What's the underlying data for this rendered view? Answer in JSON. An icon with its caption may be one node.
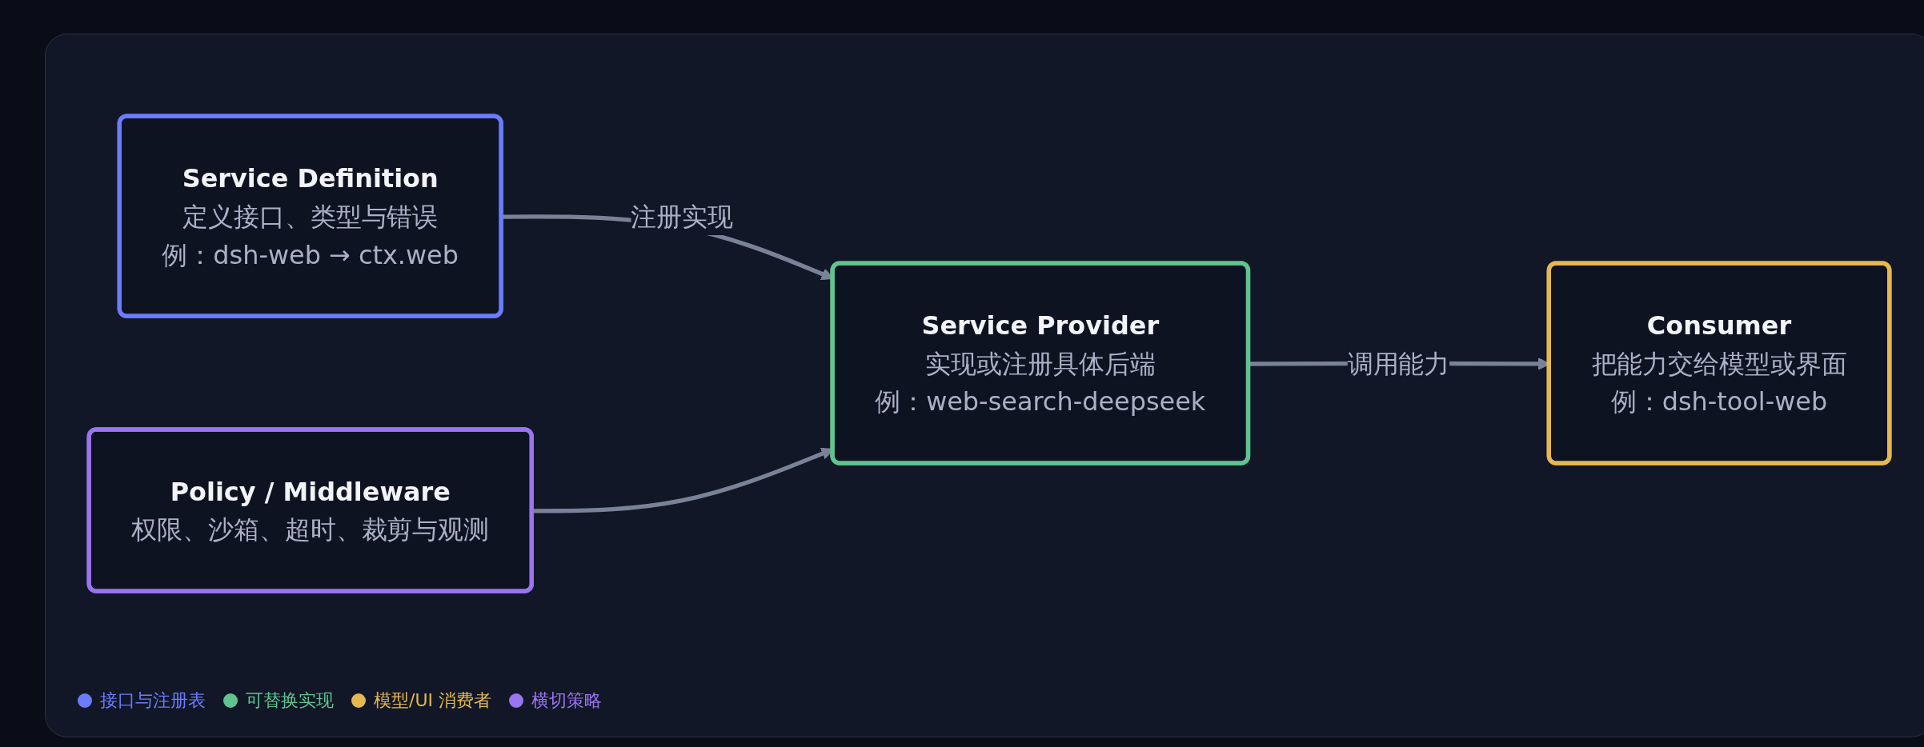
{
  "diagram": {
    "nodes": [
      {
        "text": [
          "Service Definition",
          "定义接口、类型与错误",
          "例：dsh-web → ctx.web"
        ]
      },
      {
        "text": [
          "Service Provider",
          "实现或注册具体后端",
          "例：web-search-deepseek"
        ]
      },
      {
        "text": [
          "Consumer",
          "把能力交给模型或界面",
          "例：dsh-tool-web"
        ]
      },
      {
        "text": [
          "Policy / Middleware",
          "权限、沙箱、超时、裁剪与观测"
        ]
      }
    ],
    "edges": [
      {
        "from": 0,
        "to": 1,
        "arrow": "to",
        "label": "注册实现"
      },
      {
        "from": 1,
        "to": 2,
        "arrow": "to",
        "label": "调用能力"
      },
      {
        "from": 3,
        "to": 1,
        "arrow": "to"
      }
    ],
    "legend": [
      {
        "text": "接口与注册表",
        "color": "#6b7cff"
      },
      {
        "text": "可替换实现",
        "color": "#5fc48f"
      },
      {
        "text": "模型/UI 消费者",
        "color": "#e6b84f"
      },
      {
        "text": "横切策略",
        "color": "#9b74f0"
      }
    ]
  }
}
